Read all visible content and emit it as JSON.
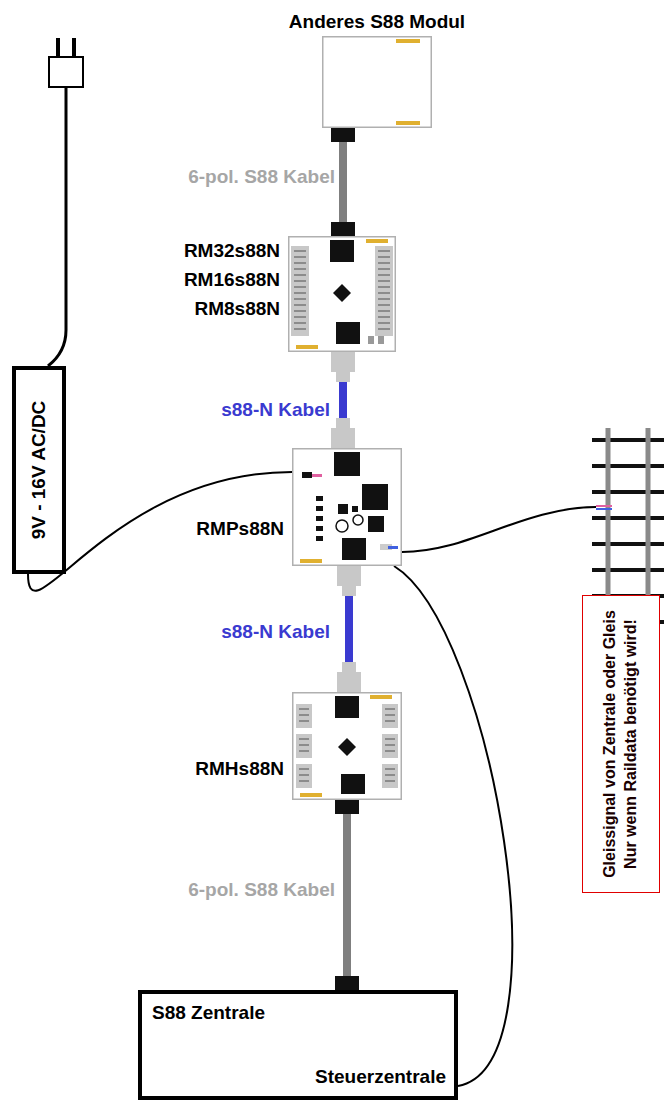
{
  "diagram": {
    "nodes": [
      {
        "text": [
          "Anderes S88 Modul"
        ]
      },
      {
        "text": [
          "RM32s88N RM16s88N RM8s88N"
        ]
      },
      {
        "text": [
          "9V - 16V AC/DC"
        ]
      },
      {
        "text": [
          "RMPs88N"
        ]
      },
      {
        "text": [
          "RMHs88N"
        ]
      },
      {
        "text": [
          "S88 Zentrale",
          "Steuerzentrale"
        ]
      },
      {
        "text": [
          "Gleissignal von Zentrale oder Gleis Nur wenn Raildata benötigt wird!"
        ]
      }
    ],
    "edges": [
      {
        "from": 1,
        "to": 0,
        "arrow": "none",
        "label": "6-pol. S88 Kabel"
      },
      {
        "from": 3,
        "to": 1,
        "arrow": "none",
        "label": "s88-N Kabel"
      },
      {
        "from": 4,
        "to": 3,
        "arrow": "none",
        "label": "s88-N Kabel"
      },
      {
        "from": 5,
        "to": 4,
        "arrow": "none",
        "label": "6-pol. S88 Kabel"
      },
      {
        "from": 2,
        "to": 3,
        "arrow": "none"
      },
      {
        "from": 5,
        "to": 3,
        "arrow": "none"
      }
    ]
  }
}
